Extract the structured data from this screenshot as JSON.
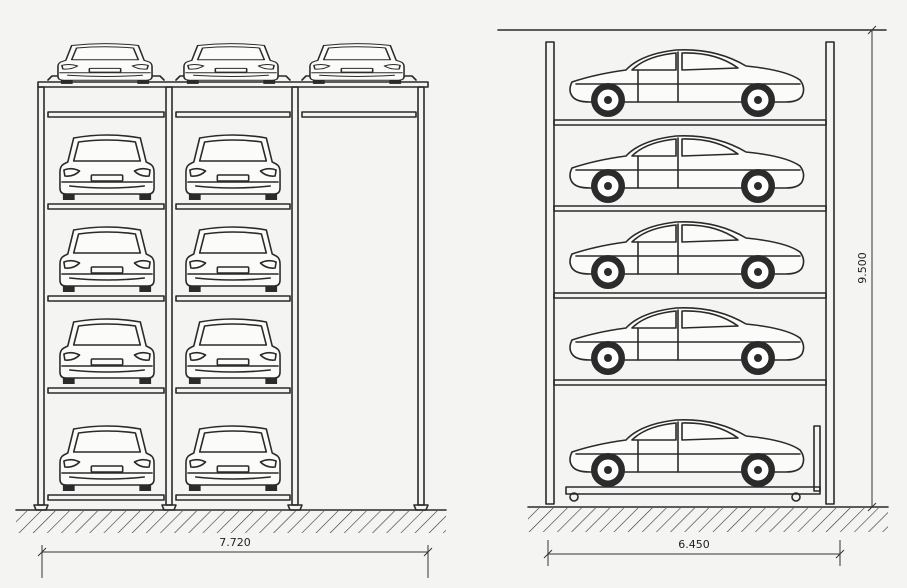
{
  "front_view": {
    "columns": 3,
    "levels": 5,
    "width_dimension": "7.720"
  },
  "side_view": {
    "levels": 5,
    "width_dimension": "6.450",
    "height_dimension": "9.500"
  }
}
